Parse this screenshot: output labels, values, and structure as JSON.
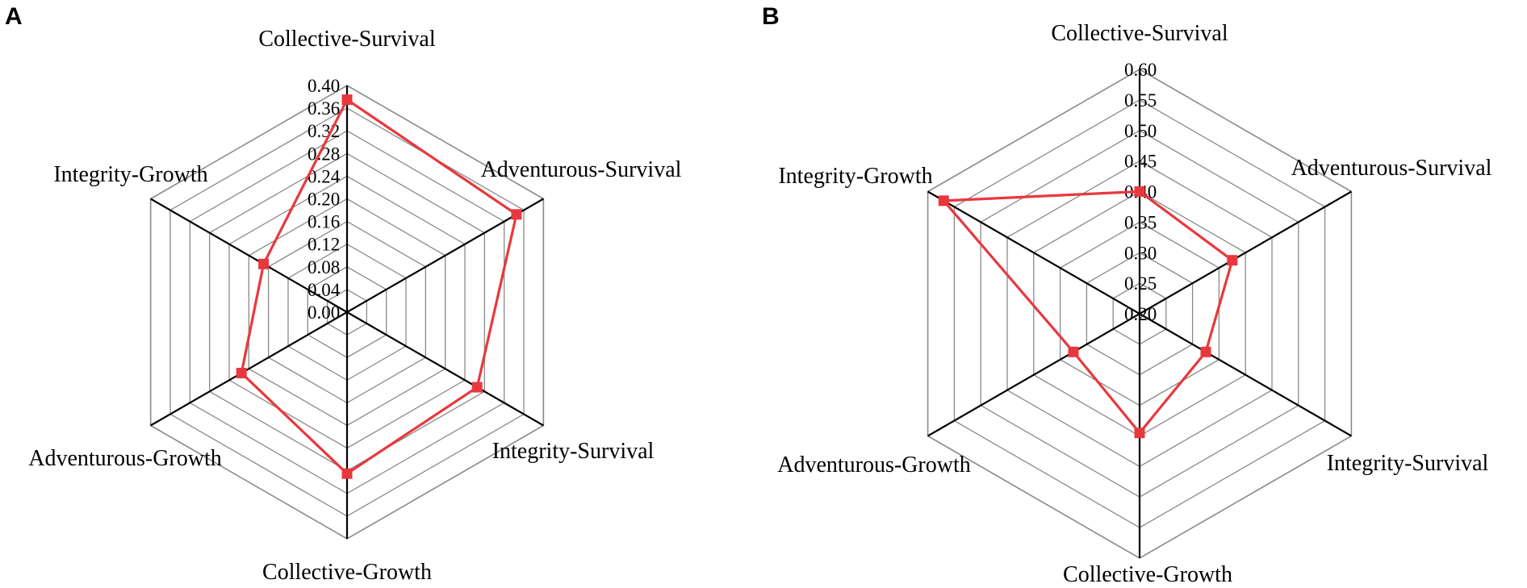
{
  "chart_data": [
    {
      "panel": "A",
      "type": "radar",
      "axes": [
        "Collective-Survival",
        "Adventurous-Survival",
        "Integrity-Survival",
        "Collective-Growth",
        "Adventurous-Growth",
        "Integrity-Growth"
      ],
      "ticks": [
        "0.00",
        "0.04",
        "0.08",
        "0.12",
        "0.16",
        "0.20",
        "0.24",
        "0.28",
        "0.32",
        "0.36",
        "0.40"
      ],
      "range": [
        0,
        0.4
      ],
      "grid": true,
      "series": [
        {
          "values": [
            0.375,
            0.345,
            0.265,
            0.285,
            0.215,
            0.17
          ],
          "color": "#e8383d"
        }
      ]
    },
    {
      "panel": "B",
      "type": "radar",
      "axes": [
        "Collective-Survival",
        "Adventurous-Survival",
        "Integrity-Survival",
        "Collective-Growth",
        "Adventurous-Growth",
        "Integrity-Growth"
      ],
      "ticks": [
        "0.20",
        "0.25",
        "0.30",
        "0.35",
        "0.40",
        "0.45",
        "0.50",
        "0.55",
        "0.60"
      ],
      "range": [
        0.2,
        0.6
      ],
      "grid": true,
      "series": [
        {
          "values": [
            0.4,
            0.375,
            0.325,
            0.395,
            0.325,
            0.57
          ],
          "color": "#e8383d"
        }
      ]
    }
  ]
}
